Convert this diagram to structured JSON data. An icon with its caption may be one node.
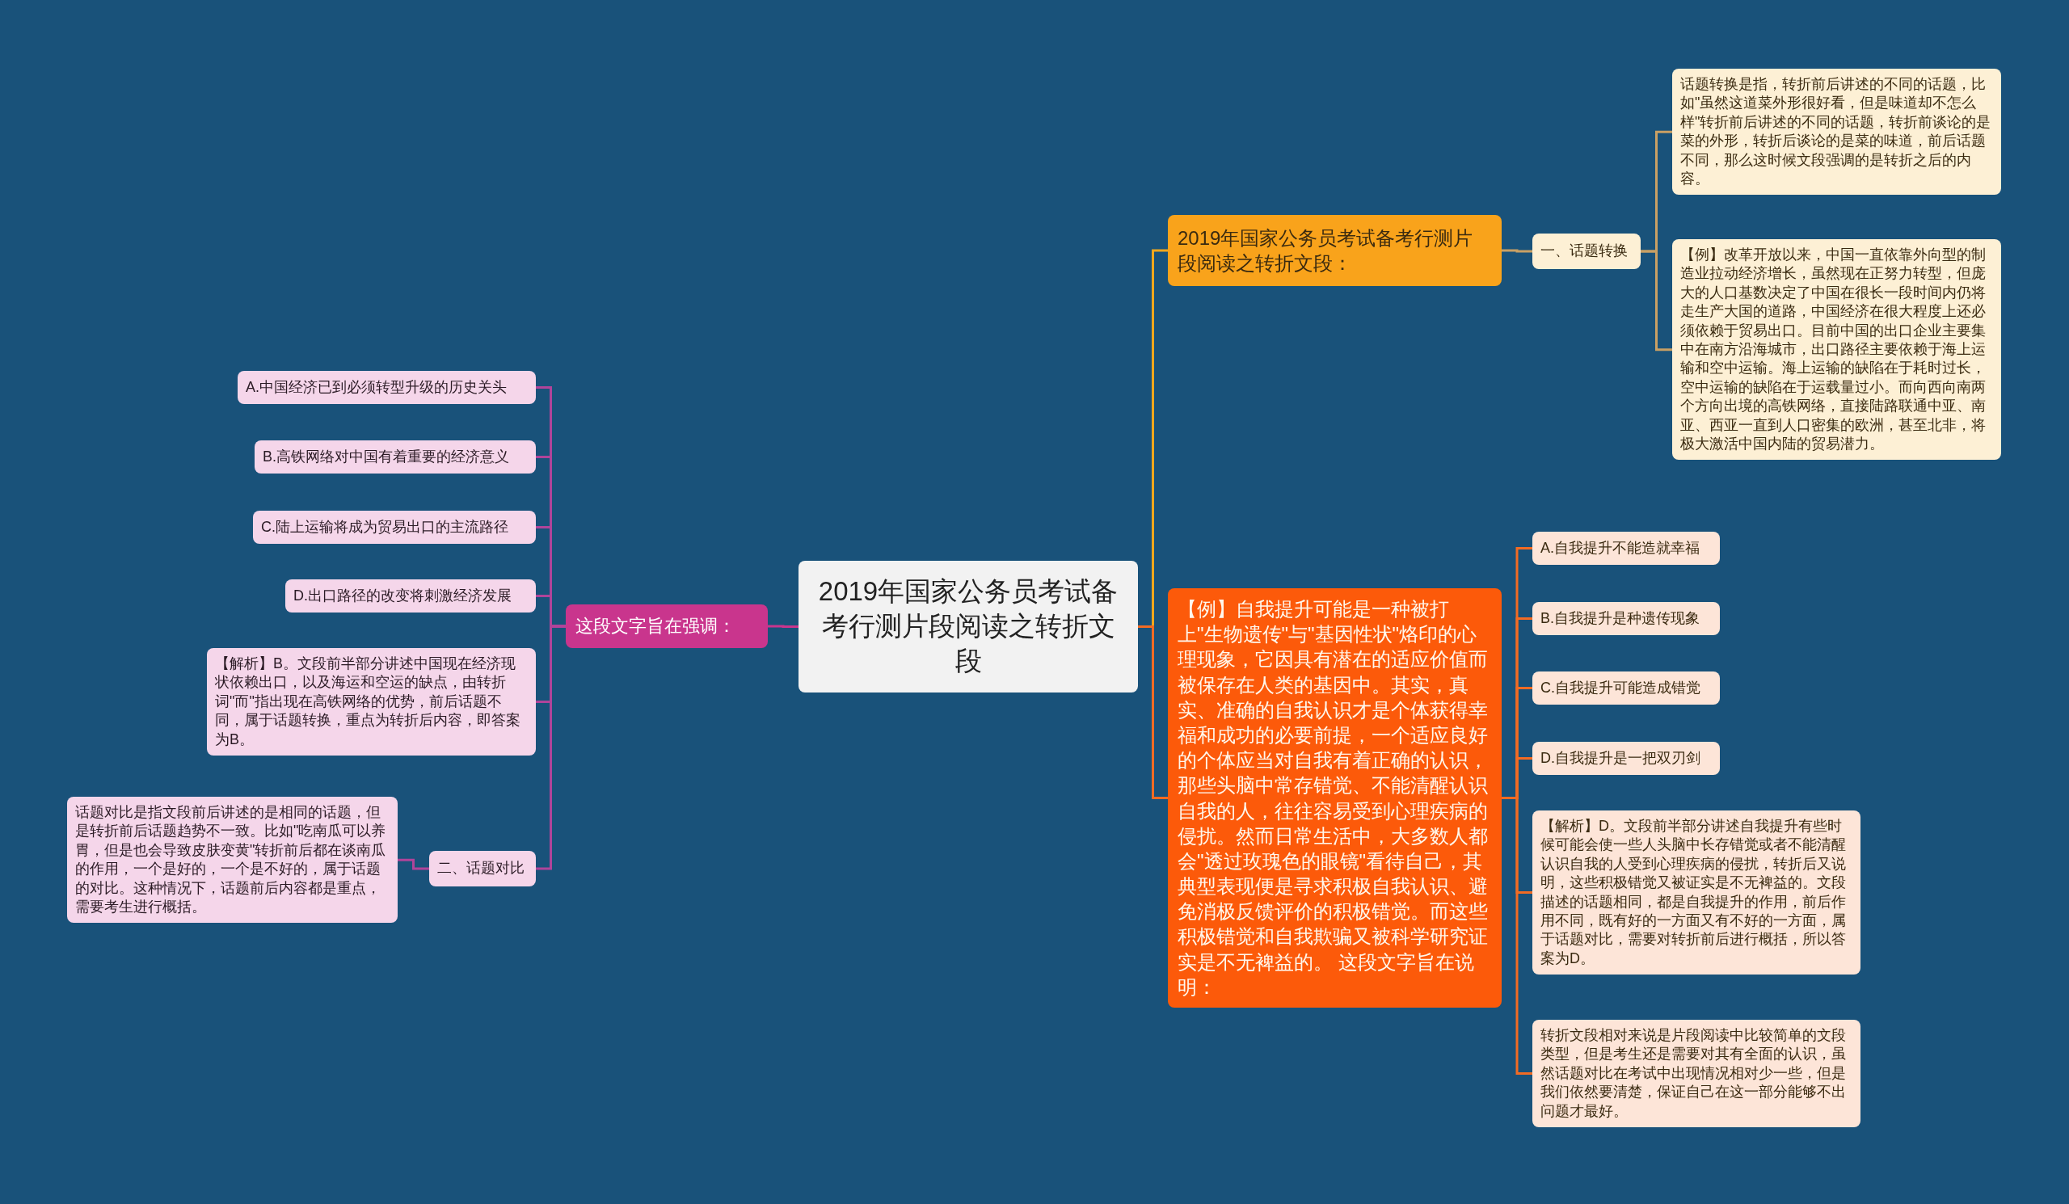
{
  "diagram": {
    "nodes": [
      {
        "text": [
          "2019年国家公务员考试备考行测片段阅读之转折文段"
        ]
      },
      {
        "text": [
          "2019年国家公务员考试备考行测片段阅读之转折文段："
        ]
      },
      {
        "text": [
          "一、话题转换"
        ]
      },
      {
        "text": [
          "话题转换是指，转折前后讲述的不同的话题，比如\"虽然这道菜外形很好看，但是味道却不怎么样\"转折前后讲述的不同的话题，转折前谈论的是菜的外形，转折后谈论的是菜的味道，前后话题不同，那么这时候文段强调的是转折之后的内容。"
        ]
      },
      {
        "text": [
          "【例】改革开放以来，中国一直依靠外向型的制造业拉动经济增长，虽然现在正努力转型，但庞大的人口基数决定了中国在很长一段时间内仍将走生产大国的道路，中国经济在很大程度上还必须依赖于贸易出口。目前中国的出口企业主要集中在南方沿海城市，出口路径主要依赖于海上运输和空中运输。海上运输的缺陷在于耗时过长，空中运输的缺陷在于运载量过小。而向西向南两个方向出境的高铁网络，直接陆路联通中亚、南亚、西亚一直到人口密集的欧洲，甚至北非，将极大激活中国内陆的贸易潜力。"
        ]
      },
      {
        "text": [
          "【例】自我提升可能是一种被打上\"生物遗传\"与\"基因性状\"烙印的心理现象，它因具有潜在的适应价值而被保存在人类的基因中。其实，真实、准确的自我认识才是个体获得幸福和成功的必要前提，一个适应良好的个体应当对自我有着正确的认识，那些头脑中常存错觉、不能清醒认识自我的人，往往容易受到心理疾病的侵扰。然而日常生活中，大多数人都会\"透过玫瑰色的眼镜\"看待自己，其典型表现便是寻求积极自我认识、避免消极反馈评价的积极错觉。而这些积极错觉和自我欺骗又被科学研究证实是不无裨益的。 这段文字旨在说明："
        ]
      },
      {
        "text": [
          "A.自我提升不能造就幸福"
        ]
      },
      {
        "text": [
          "B.自我提升是种遗传现象"
        ]
      },
      {
        "text": [
          "C.自我提升可能造成错觉"
        ]
      },
      {
        "text": [
          "D.自我提升是一把双刃剑"
        ]
      },
      {
        "text": [
          "【解析】D。文段前半部分讲述自我提升有些时候可能会使一些人头脑中长存错觉或者不能清醒认识自我的人受到心理疾病的侵扰，转折后又说明，这些积极错觉又被证实是不无裨益的。文段描述的话题相同，都是自我提升的作用，前后作用不同，既有好的一方面又有不好的一方面，属于话题对比，需要对转折前后进行概括，所以答案为D。"
        ]
      },
      {
        "text": [
          "转折文段相对来说是片段阅读中比较简单的文段类型，但是考生还是需要对其有全面的认识，虽然话题对比在考试中出现情况相对少一些，但是我们依然要清楚，保证自己在这一部分能够不出问题才最好。"
        ]
      },
      {
        "text": [
          "这段文字旨在强调："
        ]
      },
      {
        "text": [
          "A.中国经济已到必须转型升级的历史关头"
        ]
      },
      {
        "text": [
          "B.高铁网络对中国有着重要的经济意义"
        ]
      },
      {
        "text": [
          "C.陆上运输将成为贸易出口的主流路径"
        ]
      },
      {
        "text": [
          "D.出口路径的改变将刺激经济发展"
        ]
      },
      {
        "text": [
          "【解析】B。文段前半部分讲述中国现在经济现状依赖出口，以及海运和空运的缺点，由转折词\"而\"指出现在高铁网络的优势，前后话题不同，属于话题转换，重点为转折后内容，即答案为B。"
        ]
      },
      {
        "text": [
          "二、话题对比"
        ]
      },
      {
        "text": [
          "话题对比是指文段前后讲述的是相同的话题，但是转折前后话题趋势不一致。比如\"吃南瓜可以养胃，但是也会导致皮肤变黄\"转折前后都在谈南瓜的作用，一个是好的，一个是不好的，属于话题的对比。这种情况下，话题前后内容都是重点，需要考生进行概括。"
        ]
      }
    ],
    "edges": [
      {
        "from": 0,
        "to": 1,
        "arrow": "none",
        "color": "#f4a81c"
      },
      {
        "from": 1,
        "to": 2,
        "arrow": "none",
        "color": "#c9a064"
      },
      {
        "from": 2,
        "to": 3,
        "arrow": "none",
        "color": "#c9a064"
      },
      {
        "from": 2,
        "to": 4,
        "arrow": "none",
        "color": "#c9a064"
      },
      {
        "from": 0,
        "to": 5,
        "arrow": "none",
        "color": "#f26b23"
      },
      {
        "from": 5,
        "to": 6,
        "arrow": "none",
        "color": "#f26b23"
      },
      {
        "from": 5,
        "to": 7,
        "arrow": "none",
        "color": "#f26b23"
      },
      {
        "from": 5,
        "to": 8,
        "arrow": "none",
        "color": "#f26b23"
      },
      {
        "from": 5,
        "to": 9,
        "arrow": "none",
        "color": "#f26b23"
      },
      {
        "from": 5,
        "to": 10,
        "arrow": "none",
        "color": "#f26b23"
      },
      {
        "from": 5,
        "to": 11,
        "arrow": "none",
        "color": "#f26b23"
      },
      {
        "from": 0,
        "to": 12,
        "arrow": "none",
        "color": "#c9358d"
      },
      {
        "from": 12,
        "to": 13,
        "arrow": "none",
        "color": "#b0449a"
      },
      {
        "from": 12,
        "to": 14,
        "arrow": "none",
        "color": "#b0449a"
      },
      {
        "from": 12,
        "to": 15,
        "arrow": "none",
        "color": "#b0449a"
      },
      {
        "from": 12,
        "to": 16,
        "arrow": "none",
        "color": "#b0449a"
      },
      {
        "from": 12,
        "to": 17,
        "arrow": "none",
        "color": "#b0449a"
      },
      {
        "from": 12,
        "to": 18,
        "arrow": "none",
        "color": "#b0449a"
      },
      {
        "from": 18,
        "to": 19,
        "arrow": "none",
        "color": "#b0449a"
      }
    ]
  }
}
